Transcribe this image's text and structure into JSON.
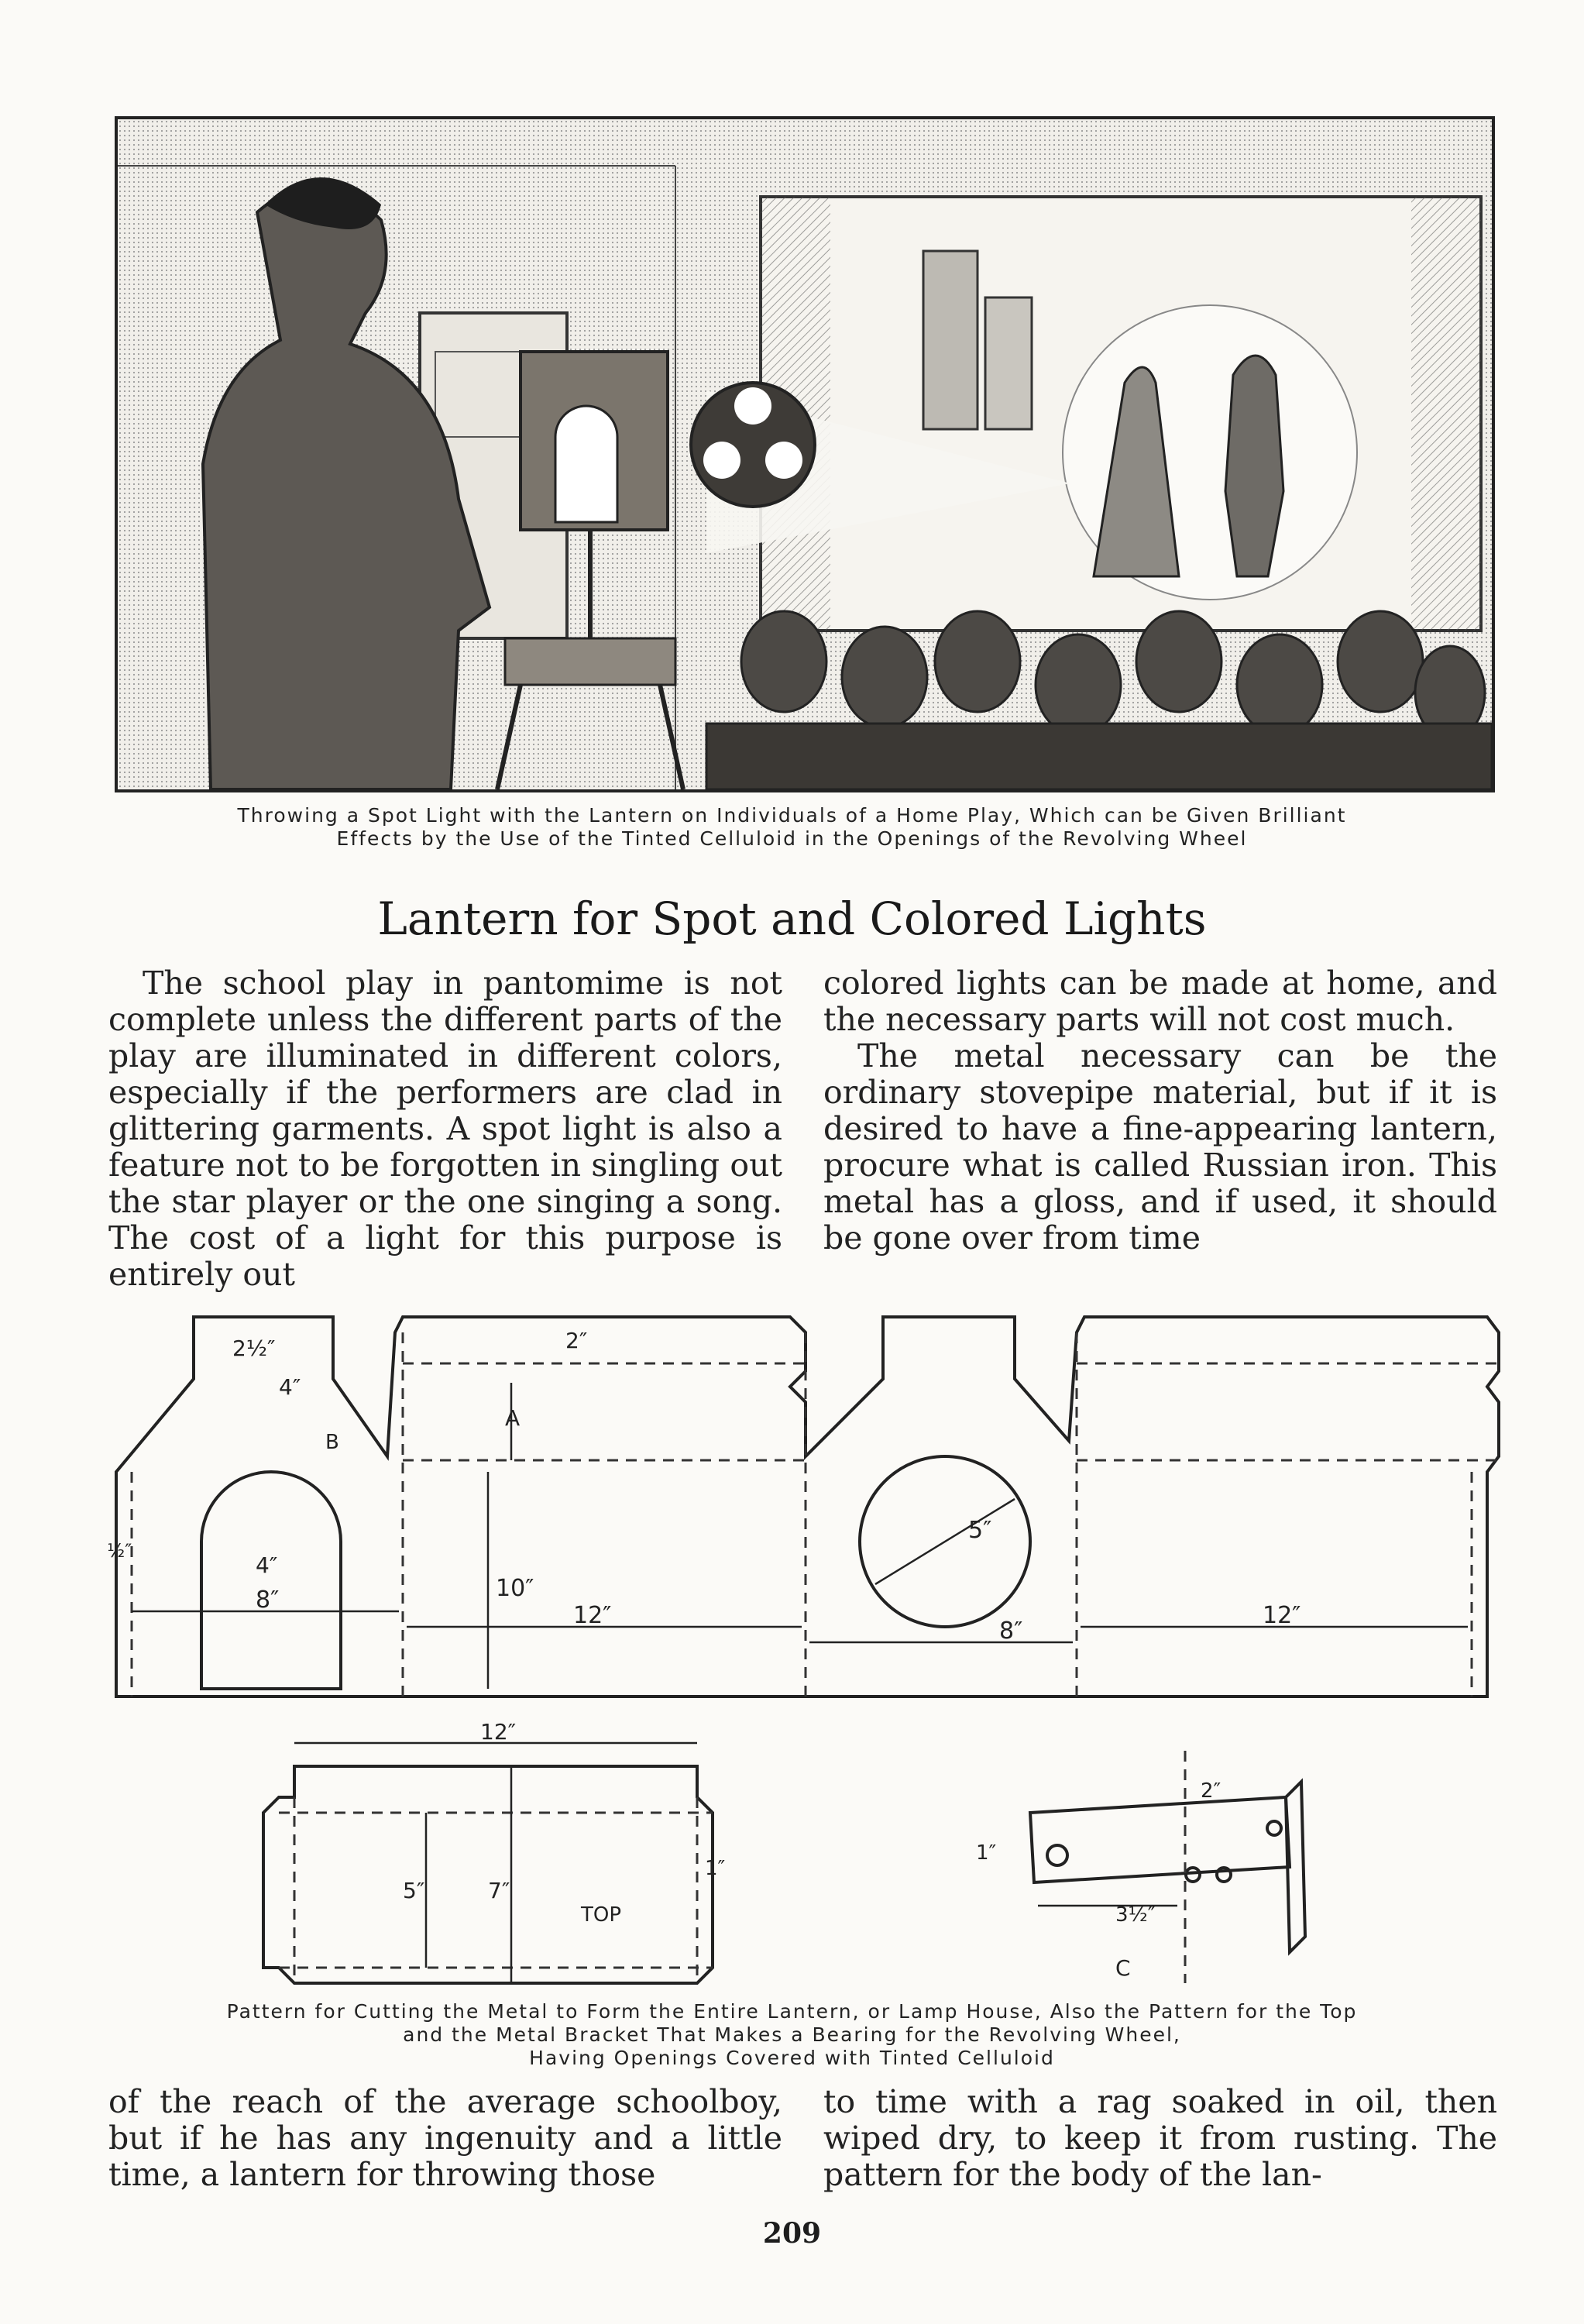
{
  "figure_top": {
    "caption_line1": "Throwing a Spot Light with the Lantern on Individuals of a Home Play, Which can be Given Brilliant",
    "caption_line2": "Effects by the Use of the Tinted Celluloid in the Openings of the Revolving Wheel"
  },
  "article": {
    "title": "Lantern for Spot and Colored Lights",
    "col1_top": "The school play in pantomime is not complete unless the different parts of the play are illuminated in different colors, especially if the performers are clad in glittering garments. A spot light is also a feature not to be forgotten in singling out the star player or the one singing a song. The cost of a light for this purpose is entirely out",
    "col2_top_p1": "colored lights can be made at home, and the necessary parts will not cost much.",
    "col2_top_p2": "The metal necessary can be the ordinary stovepipe material, but if it is desired to have a fine-appearing lantern, procure what is called Russian iron. This metal has a gloss, and if used, it should be gone over from time",
    "col1_bottom": "of the reach of the average schoolboy, but if he has any ingenuity and a little time, a lantern for throwing those",
    "col2_bottom": "to time with a rag soaked in oil, then wiped dry, to keep it from rusting. The pattern for the body of the lan-"
  },
  "figure_bottom": {
    "labels": {
      "dim_2_half": "2½″",
      "dim_4_tab": "4″",
      "dim_b": "B",
      "dim_2_top": "2″",
      "dim_a": "A",
      "dim_10": "10″",
      "dim_half": "½″",
      "dim_4_arch": "4″",
      "dim_8_left": "8″",
      "dim_12_a": "12″",
      "dim_5_circle": "5″",
      "dim_8_mid": "8″",
      "dim_12_b": "12″",
      "top_12": "12″",
      "top_5": "5″",
      "top_7": "7″",
      "top_1": "1″",
      "top_label": "TOP",
      "br_1": "1″",
      "br_2": "2″",
      "br_3_half": "3½″",
      "br_c": "C"
    },
    "caption_line1": "Pattern for Cutting the Metal to Form the Entire Lantern, or Lamp House, Also the Pattern for the Top",
    "caption_line2": "and the Metal Bracket That Makes a Bearing for the Revolving Wheel,",
    "caption_line3": "Having Openings Covered with Tinted Celluloid"
  },
  "page_number": "209"
}
